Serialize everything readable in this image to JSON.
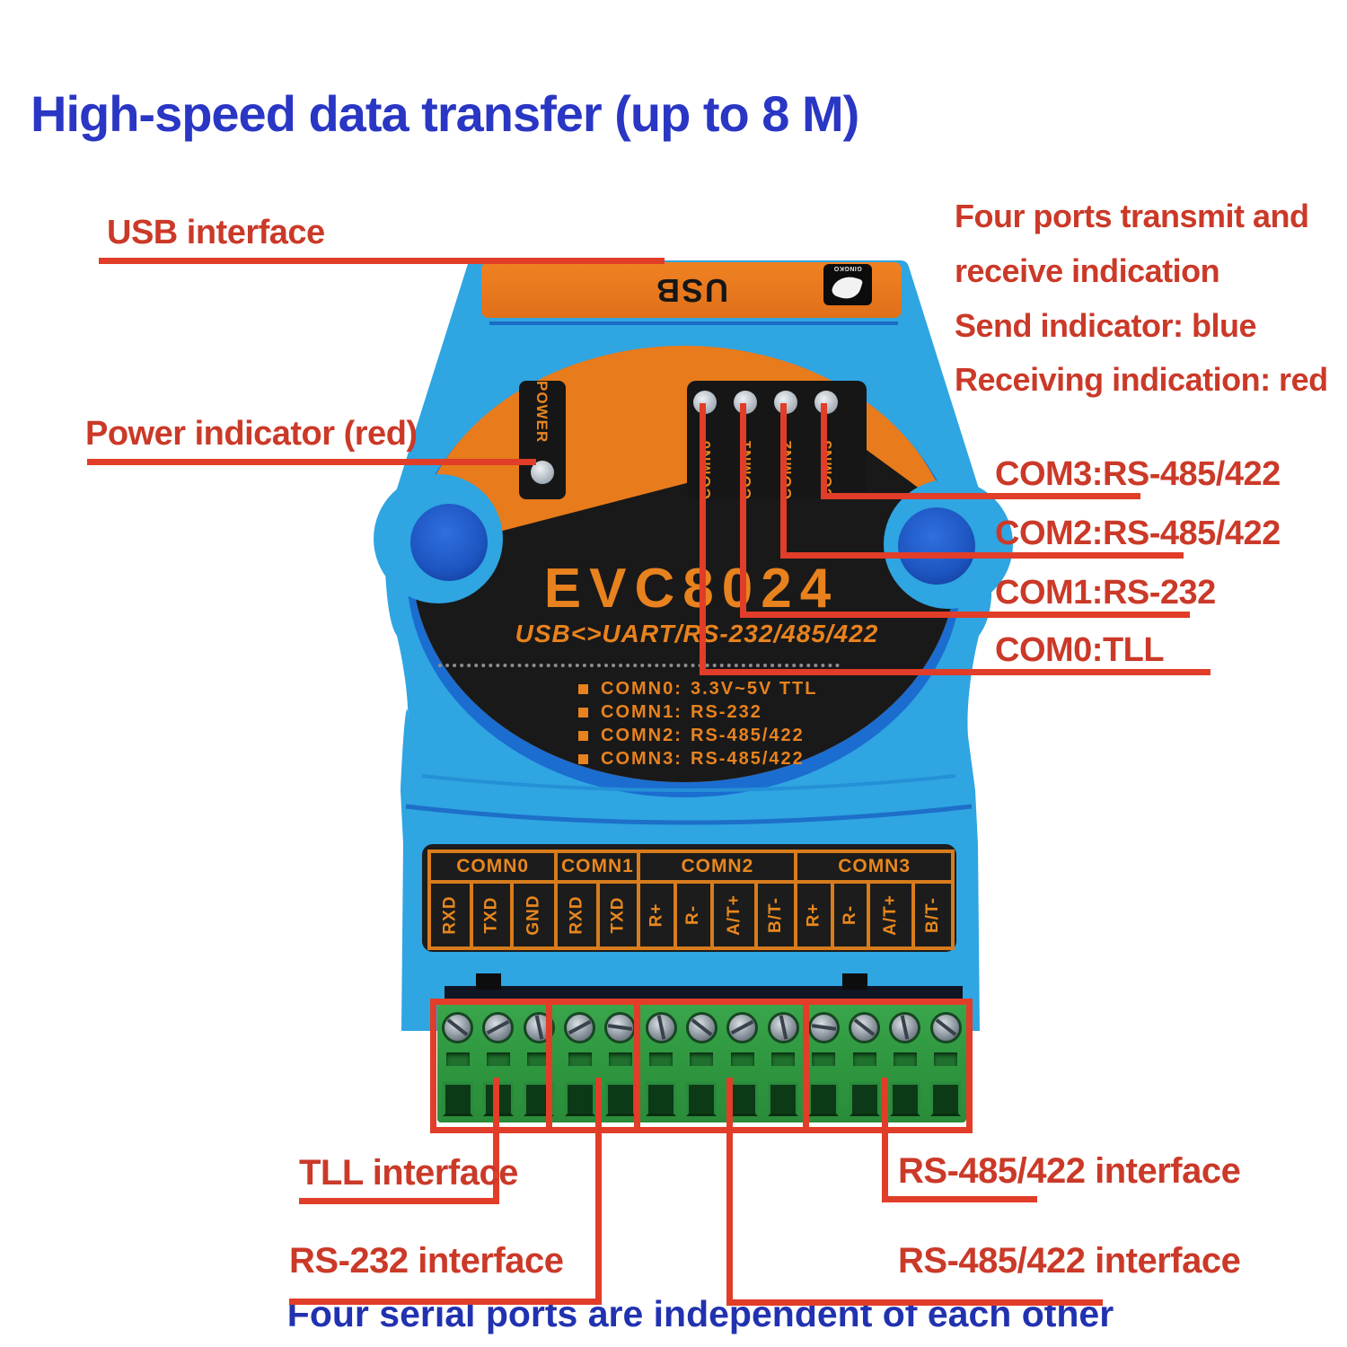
{
  "title": "High-speed data transfer (up to 8 M)",
  "footer": "Four serial ports are independent of each other",
  "callouts": {
    "usb": "USB interface",
    "power": "Power indicator (red)",
    "ports_info": [
      "Four ports transmit and",
      "receive indication",
      "Send indicator: blue",
      "Receiving indication: red"
    ],
    "com3": "COM3:RS-485/422",
    "com2": "COM2:RS-485/422",
    "com1": "COM1:RS-232",
    "com0": "COM0:TLL",
    "tll": "TLL interface",
    "rs232": "RS-232 interface",
    "rs485_top": "RS-485/422 interface",
    "rs485_bottom": "RS-485/422 interface"
  },
  "device": {
    "usb_port_label": "USB",
    "brand": "GINGKO",
    "model": "EVC8024",
    "subtitle": "USB<>UART/RS-232/485/422",
    "power_label": "POWER",
    "led_labels": [
      "COMN0",
      "COMN1",
      "COMN2",
      "COMN3"
    ],
    "specs": [
      {
        "name": "COMN0:",
        "value": "3.3V~5V TTL"
      },
      {
        "name": "COMN1:",
        "value": "RS-232"
      },
      {
        "name": "COMN2:",
        "value": "RS-485/422"
      },
      {
        "name": "COMN3:",
        "value": "RS-485/422"
      }
    ],
    "groups": [
      {
        "label": "COMN0",
        "pins": [
          "RXD",
          "TXD",
          "GND"
        ]
      },
      {
        "label": "COMN1",
        "pins": [
          "RXD",
          "TXD"
        ]
      },
      {
        "label": "COMN2",
        "pins": [
          "R+",
          "R-",
          "A/T+",
          "B/T-"
        ]
      },
      {
        "label": "COMN3",
        "pins": [
          "R+",
          "R-",
          "A/T+",
          "B/T-"
        ]
      }
    ]
  },
  "colors": {
    "title_blue": "#2a36c4",
    "footer_blue": "#2132b0",
    "annotation_red": "#cb3928",
    "line_red": "#e13d28",
    "body_blue": "#2fa5e2",
    "shadow_blue": "#1b6dd0",
    "hole_blue": "#1d55c0",
    "orange": "#e87b1c",
    "label_orange": "#e8871e",
    "panel_black": "#191919",
    "terminal_green": "#2f9840"
  }
}
